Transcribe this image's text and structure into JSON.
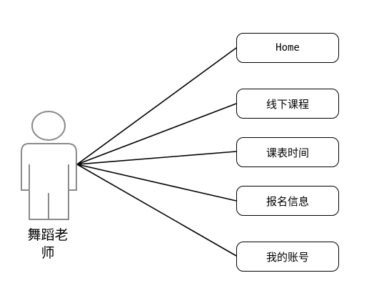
{
  "actor": {
    "label": "舞蹈老师"
  },
  "use_cases": [
    {
      "label": "Home"
    },
    {
      "label": "线下课程"
    },
    {
      "label": "课表时间"
    },
    {
      "label": "报名信息"
    },
    {
      "label": "我的账号"
    }
  ]
}
